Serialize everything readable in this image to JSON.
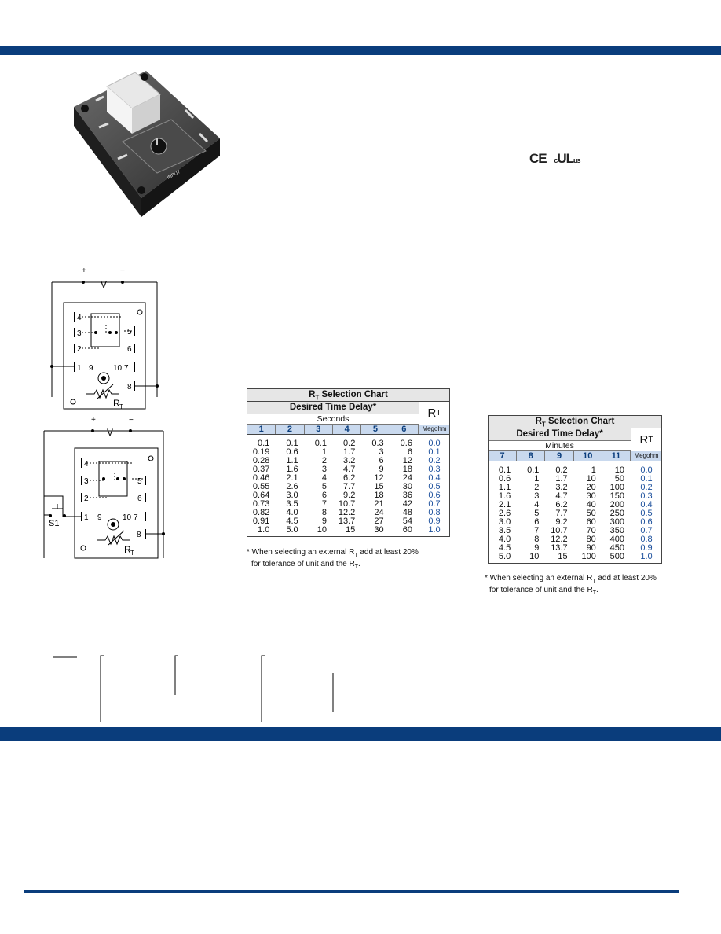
{
  "certifications": {
    "ce": "CE",
    "ul": "UL",
    "ul_c": "c",
    "ul_us": "us"
  },
  "product_photo": {
    "label": "INPUT"
  },
  "diagram1": {
    "plus": "+",
    "minus": "−",
    "v": "V",
    "rt": "R",
    "rt_sub": "T",
    "pins": [
      "4",
      "3",
      "2",
      "1",
      "9",
      "10",
      "7",
      "8",
      "5",
      "6"
    ]
  },
  "diagram2": {
    "plus": "+",
    "minus": "−",
    "v": "V",
    "rt": "R",
    "rt_sub": "T",
    "switch": "S1",
    "pins": [
      "4",
      "3",
      "2",
      "1",
      "9",
      "10",
      "7",
      "8",
      "5",
      "6"
    ]
  },
  "table_seconds": {
    "title_r": "R",
    "title_sub": "T",
    "title_rest": " Selection Chart",
    "desired": "Desired Time Delay*",
    "unit": "Seconds",
    "rt_symbol": "R",
    "rt_symbol_sub": "T",
    "rt_unit": "Megohm",
    "columns": [
      "1",
      "2",
      "3",
      "4",
      "5",
      "6"
    ],
    "rows": [
      [
        "0.1",
        "0.1",
        "0.1",
        "0.2",
        "0.3",
        "0.6"
      ],
      [
        "0.19",
        "0.6",
        "1",
        "1.7",
        "3",
        "6"
      ],
      [
        "0.28",
        "1.1",
        "2",
        "3.2",
        "6",
        "12"
      ],
      [
        "0.37",
        "1.6",
        "3",
        "4.7",
        "9",
        "18"
      ],
      [
        "0.46",
        "2.1",
        "4",
        "6.2",
        "12",
        "24"
      ],
      [
        "0.55",
        "2.6",
        "5",
        "7.7",
        "15",
        "30"
      ],
      [
        "0.64",
        "3.0",
        "6",
        "9.2",
        "18",
        "36"
      ],
      [
        "0.73",
        "3.5",
        "7",
        "10.7",
        "21",
        "42"
      ],
      [
        "0.82",
        "4.0",
        "8",
        "12.2",
        "24",
        "48"
      ],
      [
        "0.91",
        "4.5",
        "9",
        "13.7",
        "27",
        "54"
      ],
      [
        "1.0",
        "5.0",
        "10",
        "15",
        "30",
        "60"
      ]
    ],
    "rt_values": [
      "0.0",
      "0.1",
      "0.2",
      "0.3",
      "0.4",
      "0.5",
      "0.6",
      "0.7",
      "0.8",
      "0.9",
      "1.0"
    ],
    "note_line1": "* When selecting an external R",
    "note_line1_sub": "T",
    "note_line1_rest": " add at least 20%",
    "note_line2": "for tolerance of unit and the R",
    "note_line2_sub": "T",
    "note_line2_rest": "."
  },
  "table_minutes": {
    "title_r": "R",
    "title_sub": "T",
    "title_rest": " Selection Chart",
    "desired": "Desired Time Delay*",
    "unit": "Minutes",
    "rt_symbol": "R",
    "rt_symbol_sub": "T",
    "rt_unit": "Megohm",
    "columns": [
      "7",
      "8",
      "9",
      "10",
      "11"
    ],
    "rows": [
      [
        "0.1",
        "0.1",
        "0.2",
        "1",
        "10"
      ],
      [
        "0.6",
        "1",
        "1.7",
        "10",
        "50"
      ],
      [
        "1.1",
        "2",
        "3.2",
        "20",
        "100"
      ],
      [
        "1.6",
        "3",
        "4.7",
        "30",
        "150"
      ],
      [
        "2.1",
        "4",
        "6.2",
        "40",
        "200"
      ],
      [
        "2.6",
        "5",
        "7.7",
        "50",
        "250"
      ],
      [
        "3.0",
        "6",
        "9.2",
        "60",
        "300"
      ],
      [
        "3.5",
        "7",
        "10.7",
        "70",
        "350"
      ],
      [
        "4.0",
        "8",
        "12.2",
        "80",
        "400"
      ],
      [
        "4.5",
        "9",
        "13.7",
        "90",
        "450"
      ],
      [
        "5.0",
        "10",
        "15",
        "100",
        "500"
      ]
    ],
    "rt_values": [
      "0.0",
      "0.1",
      "0.2",
      "0.3",
      "0.4",
      "0.5",
      "0.6",
      "0.7",
      "0.8",
      "0.9",
      "1.0"
    ],
    "note_line1": "* When selecting an external R",
    "note_line1_sub": "T",
    "note_line1_rest": " add at least 20%",
    "note_line2": "for tolerance of unit and the R",
    "note_line2_sub": "T",
    "note_line2_rest": "."
  },
  "colors": {
    "brand_blue": "#0a3d7c",
    "header_blue": "#c9d9ee",
    "value_blue": "#1b4f9c"
  }
}
